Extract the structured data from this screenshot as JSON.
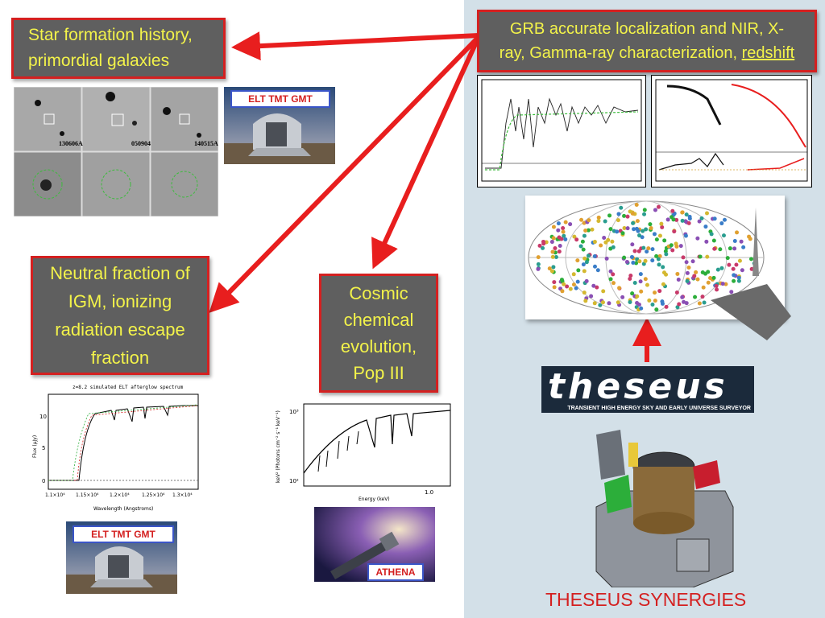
{
  "boxes": {
    "star_formation": [
      "Star formation history,",
      "primordial galaxies"
    ],
    "grb": [
      "GRB accurate localization and NIR, X-",
      "ray, Gamma-ray characterization, "
    ],
    "grb_link": "redshift",
    "neutral_fraction": [
      "Neutral fraction of",
      "IGM, ionizing",
      "radiation escape",
      "fraction"
    ],
    "cosmic_chem": [
      "Cosmic",
      "chemical",
      "evolution,",
      "Pop III"
    ]
  },
  "panels": {
    "grb_labels": [
      "130606A",
      "050904",
      "140515A"
    ],
    "elt_tag": "ELT TMT GMT",
    "athena_tag": "ATHENA",
    "spectrum_title": "z=8.2 simulated ELT afterglow spectrum",
    "spectrum_ylabel": "Flux (μJy)",
    "spectrum_xlabel": "Wavelength (Angstroms)",
    "spectrum_xticks": [
      "1.1×10⁴",
      "1.15×10⁴",
      "1.2×10⁴",
      "1.25×10⁴",
      "1.3×10⁴"
    ],
    "spectrum_yticks": [
      "0",
      "5",
      "10"
    ],
    "xray_ylabel": "keV² (Photons cm⁻² s⁻¹ keV⁻¹)",
    "xray_xlabel": "Energy (keV)",
    "xray_xtick": "1.0",
    "xray_yticks": [
      "10³",
      "10²"
    ]
  },
  "logo": {
    "name": "theseus",
    "subtitle": "TRANSIENT HIGH ENERGY SKY AND EARLY UNIVERSE SURVEYOR"
  },
  "footer": "THESEUS SYNERGIES",
  "colors": {
    "arrow": "#e81e1e",
    "box_fill": "#5f5f5f",
    "box_text": "#f3f34a",
    "box_border": "#d42020",
    "panel_bg": "#d3e0e8"
  }
}
